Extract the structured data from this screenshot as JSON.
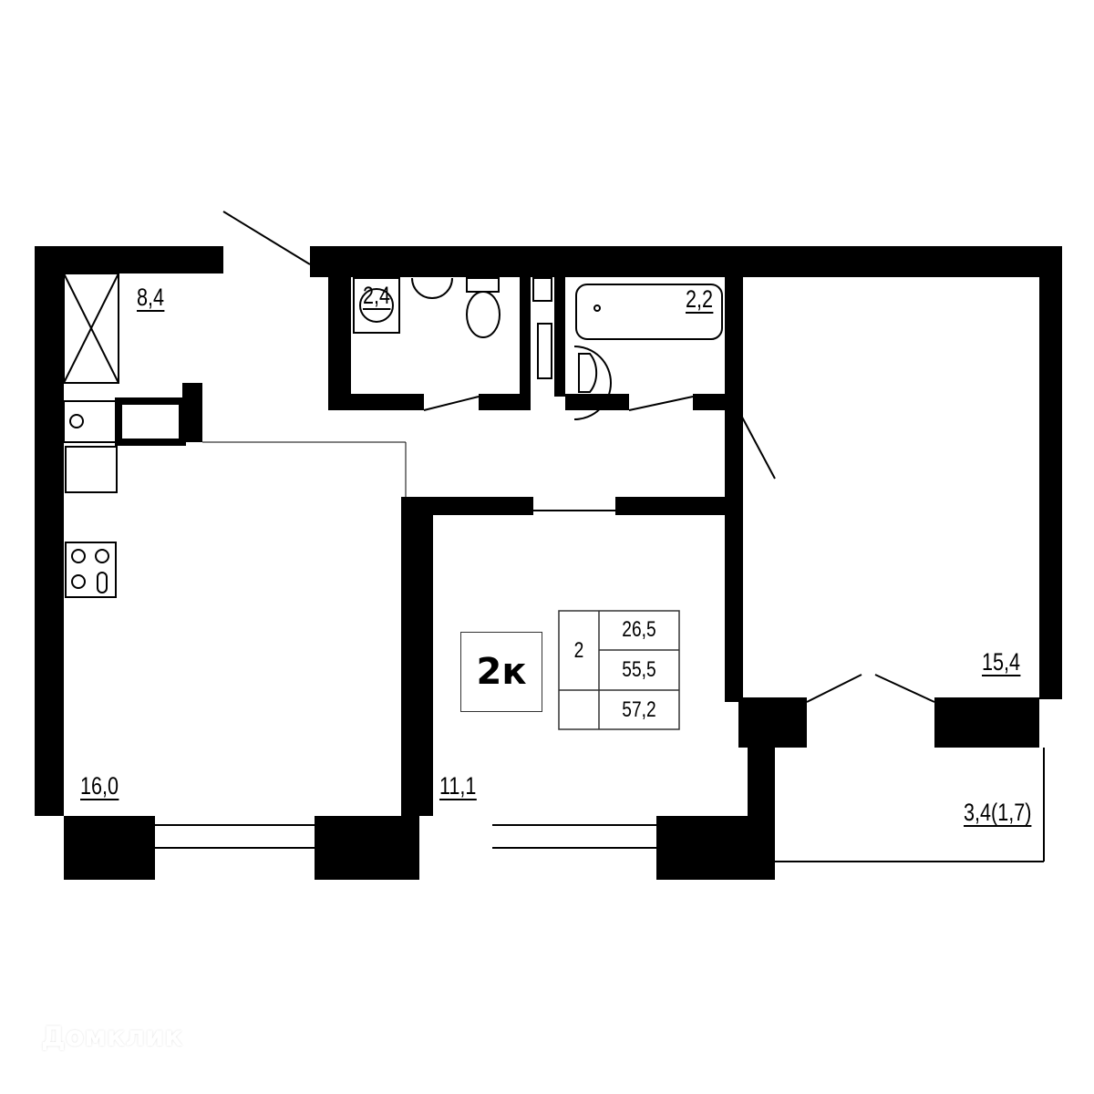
{
  "plan": {
    "apartment_type": "2к",
    "rooms_count": "2",
    "living_area": "26,5",
    "total_area": "55,5",
    "total_area_with_balcony": "57,2",
    "rooms": [
      {
        "id": "hall",
        "area": "8,4"
      },
      {
        "id": "toilet",
        "area": "2,4"
      },
      {
        "id": "bathroom",
        "area": "2,2"
      },
      {
        "id": "kitchen-living",
        "area": "16,0"
      },
      {
        "id": "bedroom-small",
        "area": "11,1"
      },
      {
        "id": "bedroom-large",
        "area": "15,4"
      },
      {
        "id": "balcony",
        "area": "3,4(1,7)"
      }
    ]
  },
  "watermark": "Домклик",
  "colors": {
    "wall": "#000000",
    "background": "#ffffff"
  }
}
